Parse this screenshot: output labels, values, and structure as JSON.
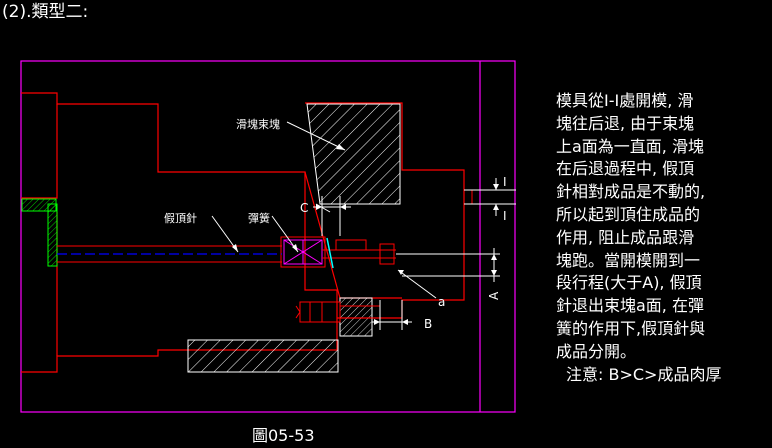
{
  "heading": "(2).類型二:",
  "caption": "圖05-53",
  "description_lines": [
    "模具從I-I處開模, 滑",
    "塊往后退, 由于束塊",
    "上a面為一直面, 滑塊",
    "在后退過程中, 假頂",
    "針相對成品是不動的,",
    "所以起到頂住成品的",
    "作用, 阻止成品跟滑",
    "塊跑。當開模開到一",
    "段行程(大于A), 假頂",
    "針退出束塊a面, 在彈",
    "簧的作用下,假頂針與",
    "成品分開。"
  ],
  "note": "注意: B>C>成品肉厚",
  "labels": {
    "slider_block": "滑塊束塊",
    "fake_pin": "假頂針",
    "spring": "彈簧",
    "dim_c": "C",
    "dim_b": "B",
    "dim_a": "A",
    "face_a": "a",
    "parting_top": "I",
    "parting_bottom": "I"
  },
  "colors": {
    "background": "#000000",
    "frame": "#ff00ff",
    "outline": "#ff0000",
    "hatch": "#ffffff",
    "dimension": "#ffffff",
    "pin": "#0000ff",
    "spring": "#ff00ff",
    "insert": "#00ff00",
    "text": "#ffffff"
  }
}
